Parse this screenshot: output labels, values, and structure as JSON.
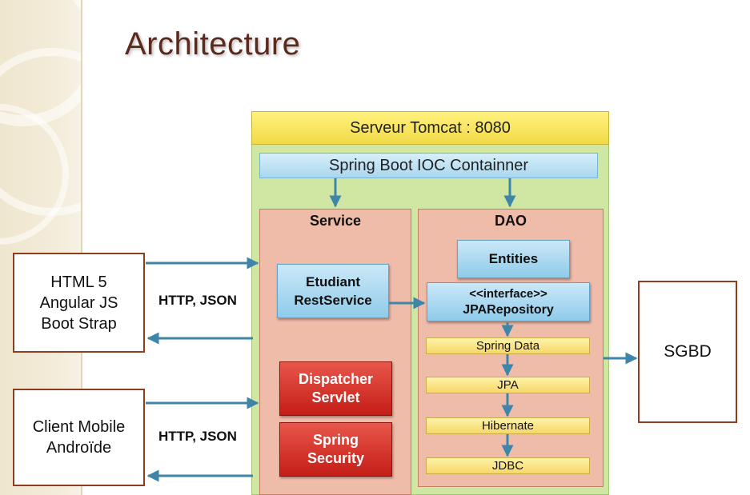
{
  "slide": {
    "title": "Architecture"
  },
  "server": {
    "header": "Serveur Tomcat : 8080",
    "ioc": "Spring Boot IOC Containner"
  },
  "service": {
    "title": "Service",
    "rest_line1": "Etudiant",
    "rest_line2": "RestService",
    "dispatcher_line1": "Dispatcher",
    "dispatcher_line2": "Servlet",
    "security_line1": "Spring",
    "security_line2": "Security"
  },
  "dao": {
    "title": "DAO",
    "entities": "Entities",
    "repo_line1": "<<interface>>",
    "repo_line2": "JPARepository",
    "layers": [
      "Spring Data",
      "JPA",
      "Hibernate",
      "JDBC"
    ]
  },
  "clients": {
    "web_line1": "HTML 5",
    "web_line2": "Angular JS",
    "web_line3": "Boot Strap",
    "mobile_line1": "Client Mobile",
    "mobile_line2": "Androïde"
  },
  "protocols": {
    "web": "HTTP, JSON",
    "mobile": "HTTP, JSON"
  },
  "database": "SGBD",
  "colors": {
    "title": "#5b2a1d",
    "arrow": "#3d86aa",
    "container": "#d0e7a4",
    "header": "#f2d947",
    "panel": "#f0bcaa",
    "component": "#8fcbea",
    "security": "#c41d17",
    "layer": "#f6d768"
  }
}
